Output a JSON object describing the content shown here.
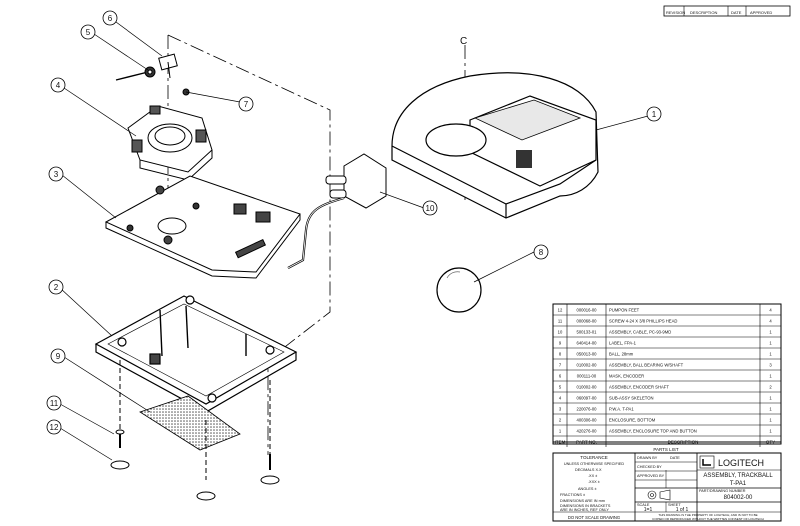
{
  "revision_block": {
    "col1": "REVISION",
    "col2": "DESCRIPTION",
    "col3": "DATE",
    "col4": "APPROVED"
  },
  "balloons": [
    "1",
    "2",
    "3",
    "4",
    "5",
    "6",
    "7",
    "8",
    "9",
    "10",
    "11",
    "12"
  ],
  "parts_list": {
    "title": "PARTS LIST",
    "headers": {
      "item": "ITEM",
      "part_no": "PART NO.",
      "description": "DESCRIPTION",
      "qty": "QTY"
    },
    "rows": [
      {
        "item": "12",
        "part_no": "000016-00",
        "description": "PUMPON FEET",
        "qty": "4"
      },
      {
        "item": "11",
        "part_no": "000068-00",
        "description": "SCREW 4-24 X 3/8 PHILLIPS HEAD",
        "qty": "4"
      },
      {
        "item": "10",
        "part_no": "500133-01",
        "description": "ASSEMBLY, CABLE, PC-93-9MD",
        "qty": "1"
      },
      {
        "item": "9",
        "part_no": "640414-00",
        "description": "LABEL, FPA-1",
        "qty": "1"
      },
      {
        "item": "8",
        "part_no": "050013-00",
        "description": "BALL, 28mm",
        "qty": "1"
      },
      {
        "item": "7",
        "part_no": "010002-00",
        "description": "ASSEMBLY, BALL BEARING W/SHAFT",
        "qty": "3"
      },
      {
        "item": "6",
        "part_no": "000111-00",
        "description": "MASK, ENCODER",
        "qty": "1"
      },
      {
        "item": "5",
        "part_no": "010002-00",
        "description": "ASSEMBLY, ENCODER SHAFT",
        "qty": "2"
      },
      {
        "item": "4",
        "part_no": "060097-00",
        "description": "SUB-ASSY SKELETON",
        "qty": "1"
      },
      {
        "item": "3",
        "part_no": "220076-00",
        "description": "P.W.A. T-PA1",
        "qty": "1"
      },
      {
        "item": "2",
        "part_no": "400306-00",
        "description": "ENCLOSURE, BOTTOM",
        "qty": "1"
      },
      {
        "item": "1",
        "part_no": "420276-00",
        "description": "ASSEMBLY, ENCLOSURE TOP AND BUTTON",
        "qty": "1"
      }
    ]
  },
  "title_block": {
    "tolerance_title": "TOLERANCE",
    "unless_note": "UNLESS OTHERWISE SPECIFIED",
    "decimals": "DECIMALS X.X",
    "xx": ".XX ±",
    "xxx": ".XXX ±",
    "angles": "ANGLES ±",
    "fractions": "FRACTIONS ±",
    "dims_note_1": "DIMENSIONS ARE IN mm",
    "dims_note_2": "DIMENSIONS IN BRACKETS",
    "dims_note_3": "ARE IN INCHES, REF ONLY",
    "no_scale": "DO NOT SCALE DRAWING",
    "drawn_by_label": "DRAWN BY",
    "checked_by_label": "CHECKED BY",
    "approved_by_label": "APPROVED BY",
    "date_label": "DATE",
    "company": "LOGITECH",
    "drawing_title_1": "ASSEMBLY, TRACKBALL",
    "drawing_title_2": "T-PA1",
    "dwg_no_label": "PART/DRAWING NUMBER",
    "dwg_no": "804002-00",
    "scale_label": "SCALE",
    "scale": "1=1",
    "sheet_label": "SHEET",
    "sheet": "1 of 1",
    "proprietary_1": "THIS DRAWING IS THE PROPERTY OF LOGITECH, AND IS NOT TO BE",
    "proprietary_2": "COPIED OR REPRODUCED WITHOUT THE WRITTEN CONSENT OF LOGITECH"
  },
  "centerline_mark": "C"
}
